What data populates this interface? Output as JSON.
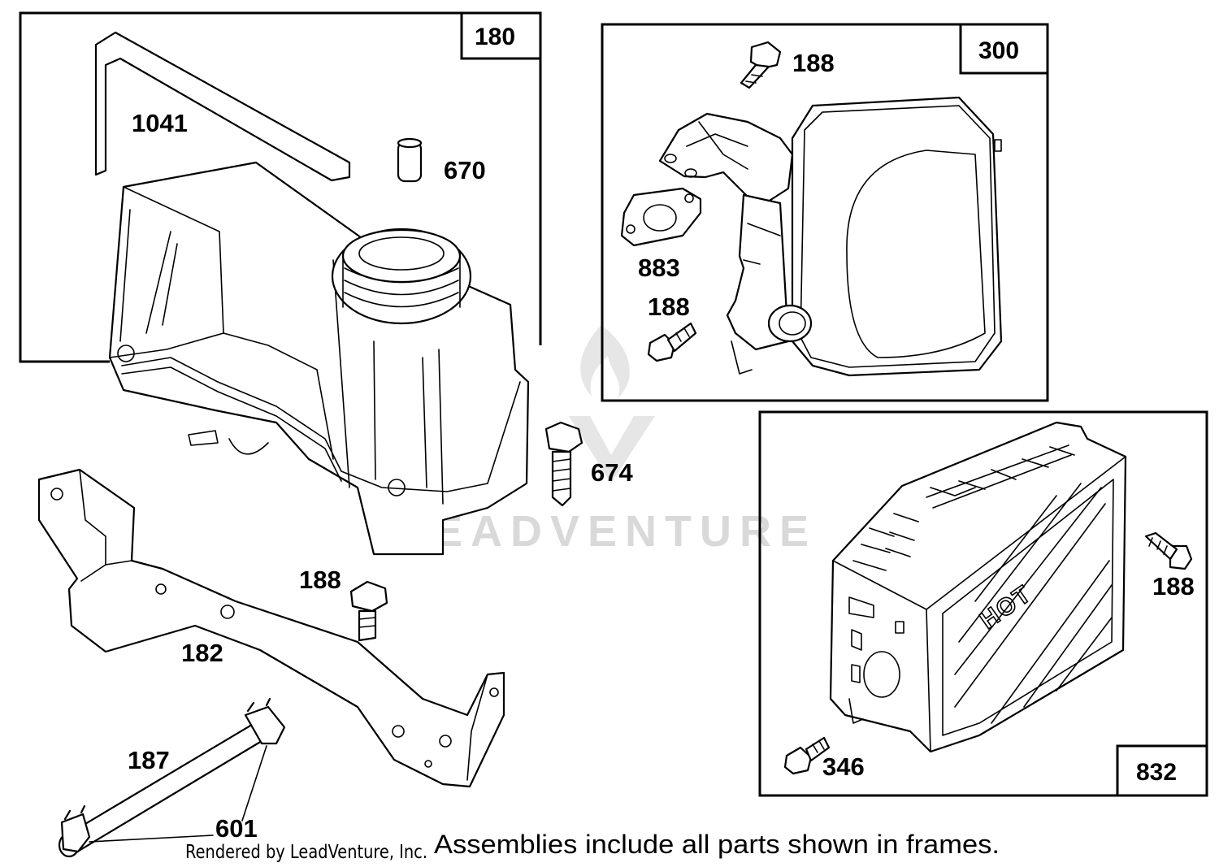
{
  "assemblies": [
    {
      "number": "180"
    },
    {
      "number": "300"
    },
    {
      "number": "832"
    }
  ],
  "part_labels": {
    "p1041": "1041",
    "p670": "670",
    "p674": "674",
    "p188_bracket": "188",
    "p182": "182",
    "p187": "187",
    "p601": "601",
    "p188_top": "188",
    "p883": "883",
    "p188_mid": "188",
    "p188_right": "188",
    "p346": "346"
  },
  "guard_text": "HOT",
  "footer": {
    "credit": "Rendered by LeadVenture, Inc.",
    "note": "Assemblies include all parts shown in frames."
  },
  "watermark": {
    "text": "LEADVENTURE",
    "logo": "flame-v-logo-icon"
  }
}
